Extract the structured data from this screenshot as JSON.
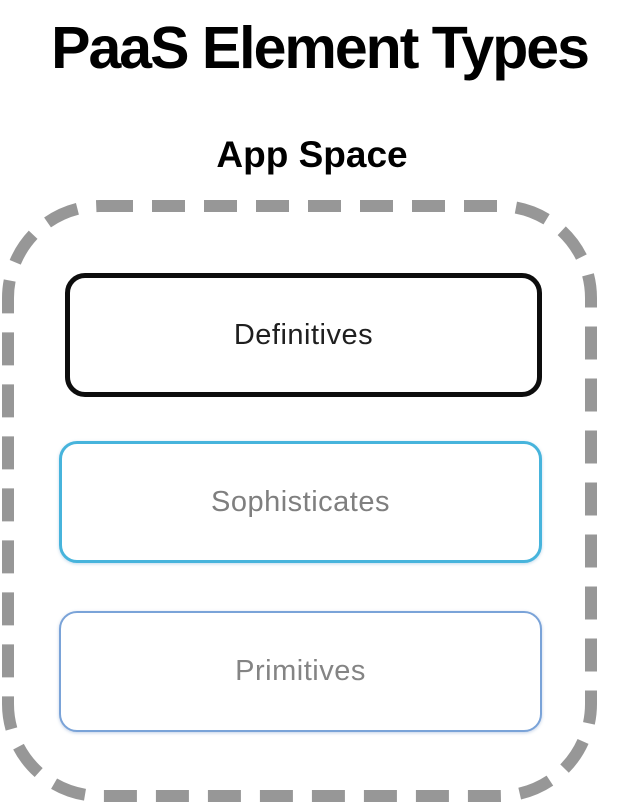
{
  "diagram": {
    "title": "PaaS Element Types",
    "app_space": {
      "label": "App Space",
      "border_color": "#979797"
    },
    "elements": [
      {
        "label": "Definitives",
        "border_color": "#0d0d0d",
        "text_color": "#1f1f1f"
      },
      {
        "label": "Sophisticates",
        "border_color": "#47b4dc",
        "text_color": "#7f7f7f"
      },
      {
        "label": "Primitives",
        "border_color": "#7aa3d8",
        "text_color": "#848484"
      }
    ]
  }
}
